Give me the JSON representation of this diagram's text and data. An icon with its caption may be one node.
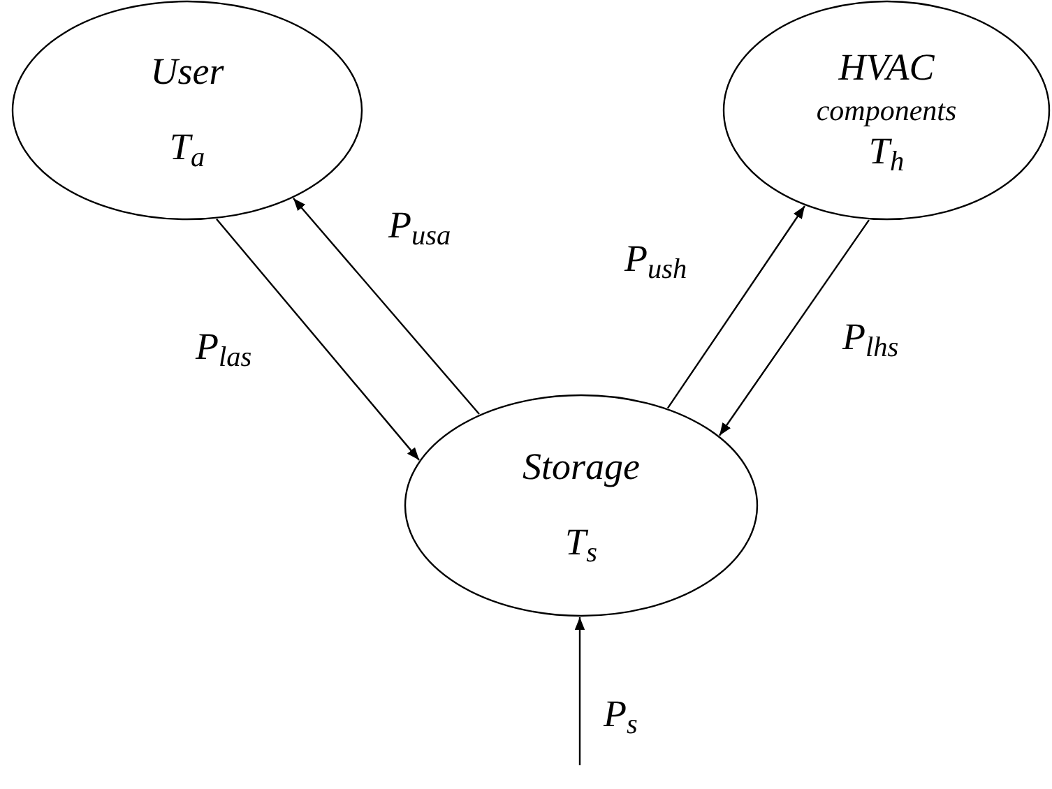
{
  "diagram": {
    "nodes": [
      {
        "text": [
          "User",
          "T$_{a}$"
        ]
      },
      {
        "text": [
          "HVAC",
          "components",
          "T$_{h}$"
        ]
      },
      {
        "text": [
          "Storage",
          "T$_{s}$"
        ]
      }
    ],
    "edges": [
      {
        "from": 0,
        "to": 2,
        "arrow": "to",
        "label": "P$_{l}$$_{as}$"
      },
      {
        "from": 2,
        "to": 0,
        "arrow": "to",
        "label": "P$_{u}$$_{sa}$"
      },
      {
        "from": 2,
        "to": 1,
        "arrow": "to",
        "label": "P$_{u}$$_{sh}$"
      },
      {
        "from": 1,
        "to": 2,
        "arrow": "to",
        "label": "P$_{l}$$_{hs}$"
      },
      {
        "from": null,
        "to": 2,
        "arrow": "to",
        "label": "P$_{s}$"
      }
    ]
  }
}
